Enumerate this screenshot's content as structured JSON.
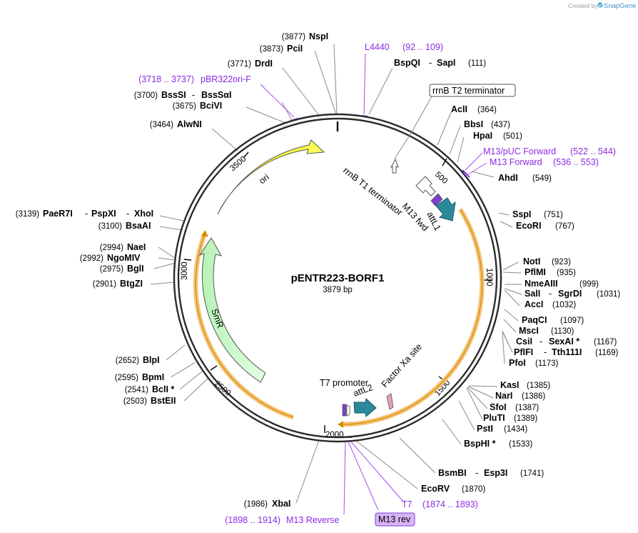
{
  "credit": {
    "created_by": "Created by",
    "brand": "SnapGene"
  },
  "plasmid": {
    "name": "pENTR223-BORF1",
    "length_text": "3879 bp",
    "length": 3879
  },
  "ticks": [
    "500",
    "1000",
    "1500",
    "2000",
    "2500",
    "3000",
    "3500"
  ],
  "sites": [
    {
      "names": [
        "NspI"
      ],
      "pos": "(3877)",
      "bp": 3877
    },
    {
      "names": [
        "PciI"
      ],
      "pos": "(3873)",
      "bp": 3873
    },
    {
      "names": [
        "DrdI"
      ],
      "pos": "(3771)",
      "bp": 3771
    },
    {
      "names": [
        "BssSI",
        "BssSαI"
      ],
      "pos": "(3700)",
      "bp": 3700
    },
    {
      "names": [
        "BciVI"
      ],
      "pos": "(3675)",
      "bp": 3675
    },
    {
      "names": [
        "AlwNI"
      ],
      "pos": "(3464)",
      "bp": 3464
    },
    {
      "names": [
        "PaeR7I",
        "PspXI",
        "XhoI"
      ],
      "pos": "(3139)",
      "bp": 3139
    },
    {
      "names": [
        "BsaAI"
      ],
      "pos": "(3100)",
      "bp": 3100
    },
    {
      "names": [
        "NaeI"
      ],
      "pos": "(2994)",
      "bp": 2994
    },
    {
      "names": [
        "NgoMIV"
      ],
      "pos": "(2992)",
      "bp": 2992
    },
    {
      "names": [
        "BglI"
      ],
      "pos": "(2975)",
      "bp": 2975
    },
    {
      "names": [
        "BtgZI"
      ],
      "pos": "(2901)",
      "bp": 2901
    },
    {
      "names": [
        "BlpI"
      ],
      "pos": "(2652)",
      "bp": 2652
    },
    {
      "names": [
        "BpmI"
      ],
      "pos": "(2595)",
      "bp": 2595
    },
    {
      "names": [
        "BclI *"
      ],
      "pos": "(2541)",
      "bp": 2541
    },
    {
      "names": [
        "BstEII"
      ],
      "pos": "(2503)",
      "bp": 2503
    },
    {
      "names": [
        "XbaI"
      ],
      "pos": "(1986)",
      "bp": 1986
    },
    {
      "names": [
        "BspQI",
        "SapI"
      ],
      "pos": "(111)",
      "bp": 111
    },
    {
      "names": [
        "AclI"
      ],
      "pos": "(364)",
      "bp": 364
    },
    {
      "names": [
        "BbsI"
      ],
      "pos": "(437)",
      "bp": 437
    },
    {
      "names": [
        "HpaI"
      ],
      "pos": "(501)",
      "bp": 501
    },
    {
      "names": [
        "AhdI"
      ],
      "pos": "(549)",
      "bp": 549
    },
    {
      "names": [
        "SspI"
      ],
      "pos": "(751)",
      "bp": 751
    },
    {
      "names": [
        "EcoRI"
      ],
      "pos": "(767)",
      "bp": 767
    },
    {
      "names": [
        "NotI"
      ],
      "pos": "(923)",
      "bp": 923
    },
    {
      "names": [
        "PflMI"
      ],
      "pos": "(935)",
      "bp": 935
    },
    {
      "names": [
        "NmeAIII"
      ],
      "pos": "(999)",
      "bp": 999
    },
    {
      "names": [
        "SalI",
        "SgrDI"
      ],
      "pos": "(1031)",
      "bp": 1031
    },
    {
      "names": [
        "AccI"
      ],
      "pos": "(1032)",
      "bp": 1032
    },
    {
      "names": [
        "PaqCI"
      ],
      "pos": "(1097)",
      "bp": 1097
    },
    {
      "names": [
        "MscI"
      ],
      "pos": "(1130)",
      "bp": 1130
    },
    {
      "names": [
        "CsiI",
        "SexAI *"
      ],
      "pos": "(1167)",
      "bp": 1167
    },
    {
      "names": [
        "PflFI",
        "Tth111I"
      ],
      "pos": "(1169)",
      "bp": 1169
    },
    {
      "names": [
        "PfoI"
      ],
      "pos": "(1173)",
      "bp": 1173
    },
    {
      "names": [
        "KasI"
      ],
      "pos": "(1385)",
      "bp": 1385
    },
    {
      "names": [
        "NarI"
      ],
      "pos": "(1386)",
      "bp": 1386
    },
    {
      "names": [
        "SfoI"
      ],
      "pos": "(1387)",
      "bp": 1387
    },
    {
      "names": [
        "PluTI"
      ],
      "pos": "(1389)",
      "bp": 1389
    },
    {
      "names": [
        "PstI"
      ],
      "pos": "(1434)",
      "bp": 1434
    },
    {
      "names": [
        "BspHI *"
      ],
      "pos": "(1533)",
      "bp": 1533
    },
    {
      "names": [
        "BsmBI",
        "Esp3I"
      ],
      "pos": "(1741)",
      "bp": 1741
    },
    {
      "names": [
        "EcoRV"
      ],
      "pos": "(1870)",
      "bp": 1870
    }
  ],
  "primers": [
    {
      "name": "L4440",
      "range": "(92 .. 109)"
    },
    {
      "name": "pBR322ori-F",
      "range": "(3718 .. 3737)"
    },
    {
      "name": "M13/pUC Forward",
      "range": "(522 .. 544)"
    },
    {
      "name": "M13 Forward",
      "range": "(536 .. 553)"
    },
    {
      "name": "T7",
      "range": "(1874 .. 1893)"
    },
    {
      "name": "M13 Reverse",
      "range": "(1898 .. 1914)"
    },
    {
      "name": "M13 rev",
      "range": ""
    }
  ],
  "features": {
    "rrnb_t2": "rrnB T2 terminator",
    "rrnb_t1": "rrnB T1 terminator",
    "m13_fwd": "M13 fwd",
    "attl1": "attL1",
    "ori": "ori",
    "smr": "SmR",
    "t7_promoter": "T7 promoter",
    "attl2": "attL2",
    "factor_xa": "Factor Xa site"
  },
  "colors": {
    "backbone": "#2b2b2b",
    "ori": "#ffff00",
    "smr": "#ccffcc",
    "att": "#2b8a9a",
    "orf_highlight": "#f4c47a",
    "orf_line": "#d98c00",
    "primer": "#8b2be2",
    "promoter_purple": "#7b3fd1",
    "factor_xa": "#e8a0b0"
  }
}
